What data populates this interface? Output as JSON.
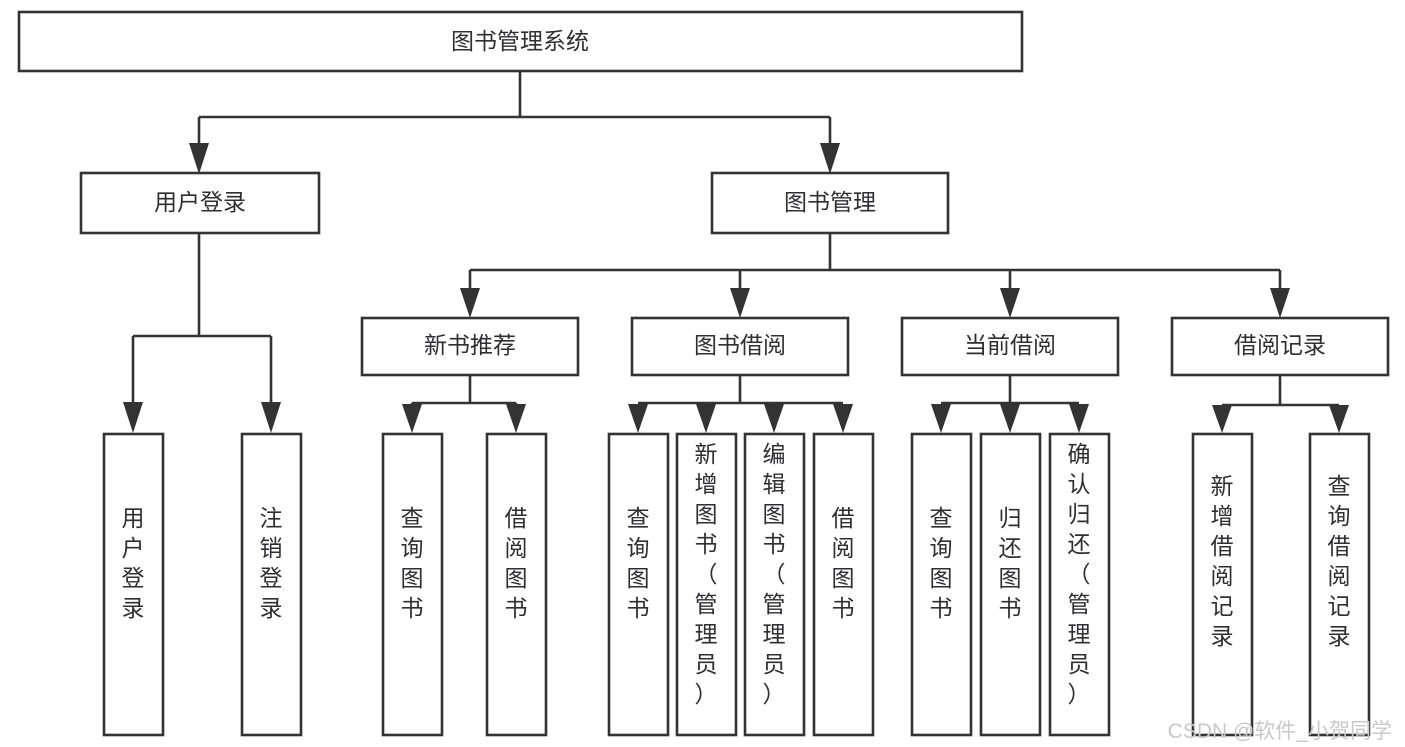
{
  "diagram": {
    "title": "图书管理系统",
    "orientation": "vertical-tree",
    "root": {
      "id": "root",
      "label": "图书管理系统"
    },
    "level2": [
      {
        "id": "user-login",
        "label": "用户登录"
      },
      {
        "id": "book-management",
        "label": "图书管理"
      }
    ],
    "level3": [
      {
        "id": "new-book-recommend",
        "label": "新书推荐",
        "parent": "book-management"
      },
      {
        "id": "book-borrow",
        "label": "图书借阅",
        "parent": "book-management"
      },
      {
        "id": "current-borrow",
        "label": "当前借阅",
        "parent": "book-management"
      },
      {
        "id": "borrow-record",
        "label": "借阅记录",
        "parent": "book-management"
      }
    ],
    "leaves": [
      {
        "id": "leaf-user-login",
        "label": "用户登录",
        "parent": "user-login"
      },
      {
        "id": "leaf-logout-login",
        "label": "注销登录",
        "parent": "user-login"
      },
      {
        "id": "leaf-query-book-1",
        "label": "查询图书",
        "parent": "new-book-recommend"
      },
      {
        "id": "leaf-borrow-book-1",
        "label": "借阅图书",
        "parent": "new-book-recommend"
      },
      {
        "id": "leaf-query-book-2",
        "label": "查询图书",
        "parent": "book-borrow"
      },
      {
        "id": "leaf-add-book",
        "label": "新增图书（管理员）",
        "parent": "book-borrow"
      },
      {
        "id": "leaf-edit-book",
        "label": "编辑图书（管理员）",
        "parent": "book-borrow"
      },
      {
        "id": "leaf-borrow-book-2",
        "label": "借阅图书",
        "parent": "book-borrow"
      },
      {
        "id": "leaf-query-book-3",
        "label": "查询图书",
        "parent": "current-borrow"
      },
      {
        "id": "leaf-return-book",
        "label": "归还图书",
        "parent": "current-borrow"
      },
      {
        "id": "leaf-confirm-return",
        "label": "确认归还（管理员）",
        "parent": "current-borrow"
      },
      {
        "id": "leaf-add-record",
        "label": "新增借阅记录",
        "parent": "borrow-record"
      },
      {
        "id": "leaf-query-record",
        "label": "查询借阅记录",
        "parent": "borrow-record"
      }
    ]
  },
  "watermark": {
    "text": "CSDN @软件_小贺同学"
  },
  "colors": {
    "background": "#ffffff",
    "box_fill": "#ffffff",
    "box_stroke": "#333333",
    "text": "#2f2f33",
    "watermark": "#c9c9c9"
  }
}
